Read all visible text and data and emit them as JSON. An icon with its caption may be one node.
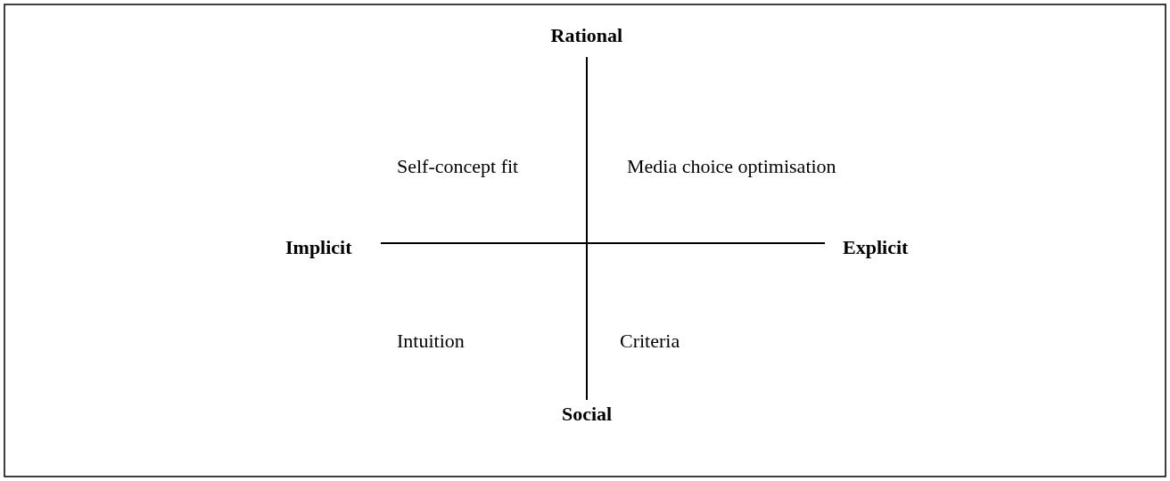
{
  "diagram": {
    "labels": [
      "Rational",
      "Self-concept fit",
      "Media choice optimisation",
      "Implicit",
      "Explicit",
      "Intuition",
      "Criteria",
      "Social"
    ]
  }
}
